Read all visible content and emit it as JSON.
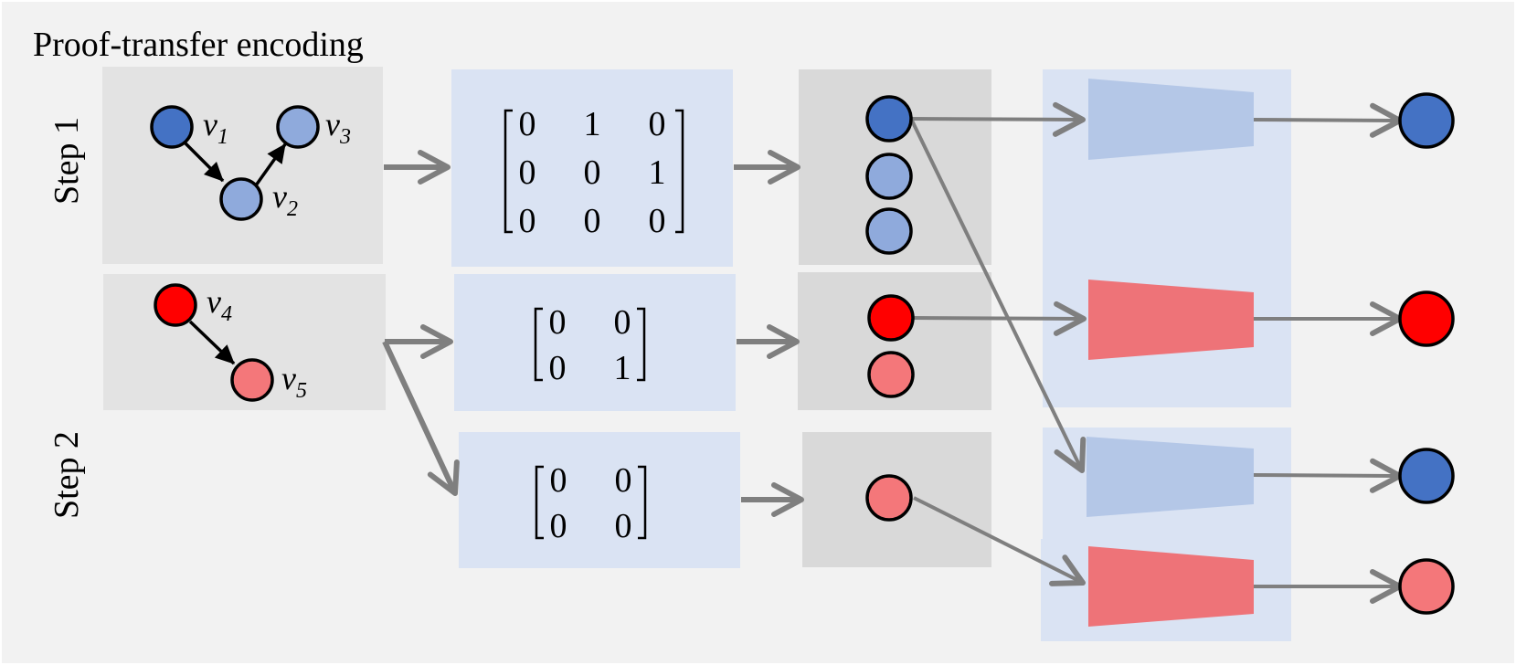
{
  "title": "Proof-transfer encoding",
  "steps": {
    "step1": "Step 1",
    "step2": "Step 2"
  },
  "variables": {
    "v1": {
      "letter": "v",
      "sub": "1"
    },
    "v2": {
      "letter": "v",
      "sub": "2"
    },
    "v3": {
      "letter": "v",
      "sub": "3"
    },
    "v4": {
      "letter": "v",
      "sub": "4"
    },
    "v5": {
      "letter": "v",
      "sub": "5"
    }
  },
  "matrices": {
    "m1": [
      [
        "0",
        "1",
        "0"
      ],
      [
        "0",
        "0",
        "1"
      ],
      [
        "0",
        "0",
        "0"
      ]
    ],
    "m2": [
      [
        "0",
        "0"
      ],
      [
        "0",
        "1"
      ]
    ],
    "m3": [
      [
        "0",
        "0"
      ],
      [
        "0",
        "0"
      ]
    ]
  },
  "colors": {
    "background": "#f2f2f2",
    "graph_panel": "#e3e3e3",
    "matrix_panel": "#dae3f3",
    "node_panel": "#d9d9d9",
    "dark_blue": "#4472c4",
    "light_blue": "#8faadc",
    "red": "#ff0000",
    "light_red": "#f4777a",
    "trapezoid_blue": "#b4c7e7",
    "trapezoid_red": "#ee7378",
    "arrow": "#7f7f7f"
  }
}
